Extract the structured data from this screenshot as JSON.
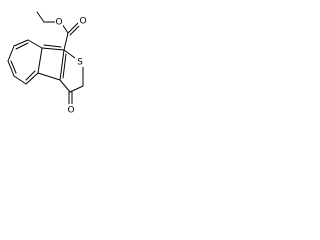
{
  "structure": {
    "atom_labels": {
      "ester_carbonyl_oxygen": "O",
      "ester_ether_oxygen": "O",
      "ring_sulfur": "S",
      "ketone_oxygen": "O"
    }
  }
}
